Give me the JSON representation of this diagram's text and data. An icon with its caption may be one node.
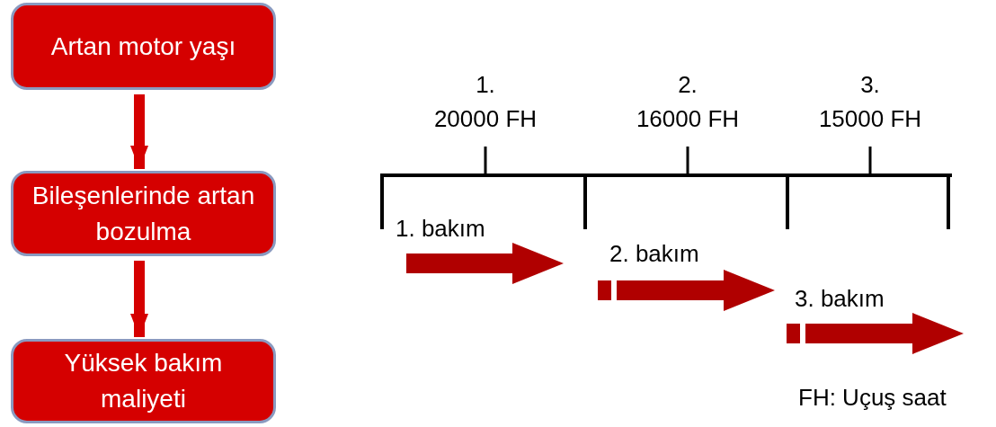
{
  "diagram": {
    "nodes": [
      {
        "text": [
          "Artan motor yaşı"
        ]
      },
      {
        "text": [
          "Bileşenlerinde artan bozulma"
        ]
      },
      {
        "text": [
          "Yüksek bakım maliyeti"
        ]
      }
    ],
    "edges": [
      {
        "from": 0,
        "to": 1,
        "arrow": "to"
      },
      {
        "from": 1,
        "to": 2,
        "arrow": "to"
      }
    ],
    "labels": [
      "1.",
      "20000 FH",
      "2.",
      "16000 FH",
      "3.",
      "15000 FH",
      "1. bakım",
      "2. bakım",
      "3. bakım",
      "FH: Uçuş saat"
    ]
  }
}
